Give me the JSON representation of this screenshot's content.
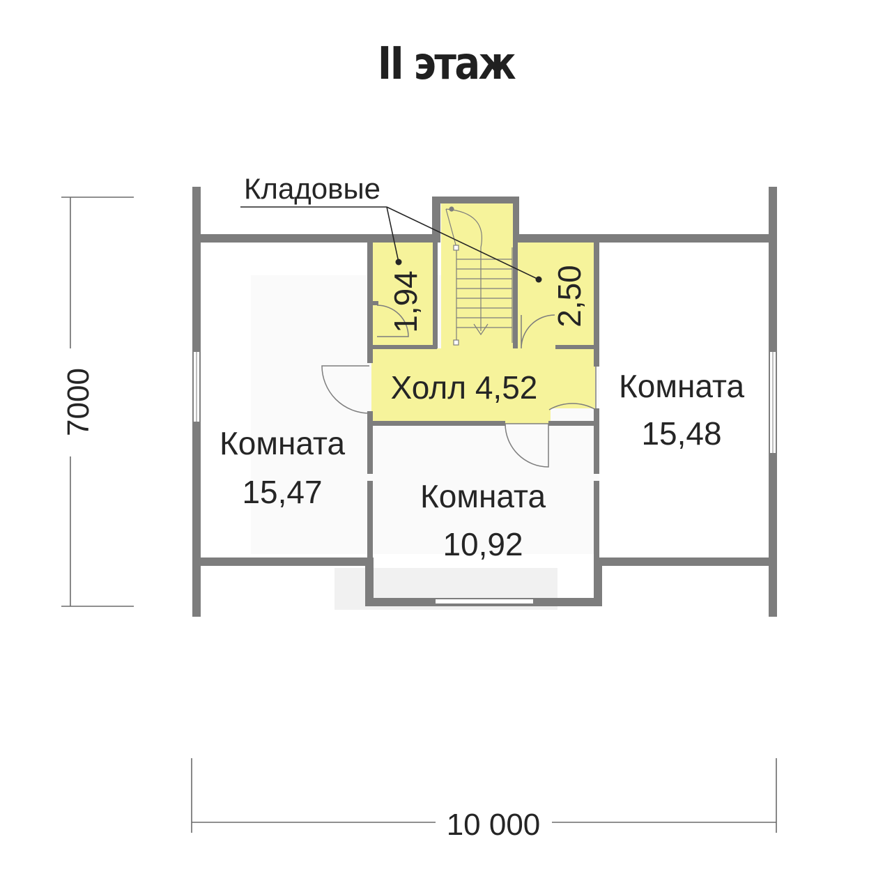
{
  "title": "II этаж",
  "storage_label": "Кладовые",
  "rooms": [
    {
      "id": "storage-1",
      "name": "",
      "area": "1,94",
      "color": "#f6f39b"
    },
    {
      "id": "storage-2",
      "name": "",
      "area": "2,50",
      "color": "#f6f39b"
    },
    {
      "id": "hall",
      "name": "Холл",
      "area": "4,52",
      "color": "#f6f39b"
    },
    {
      "id": "room-left",
      "name": "Комната",
      "area": "15,47",
      "color": "#ffffff"
    },
    {
      "id": "room-right",
      "name": "Комната",
      "area": "15,48",
      "color": "#ffffff"
    },
    {
      "id": "room-bottom",
      "name": "Комната",
      "area": "10,92",
      "color": "#ffffff"
    }
  ],
  "dimensions": {
    "height": "7000",
    "width": "10 000"
  },
  "colors": {
    "wall": "#7d7d7d",
    "highlight": "#f6f39b",
    "text": "#252525"
  }
}
